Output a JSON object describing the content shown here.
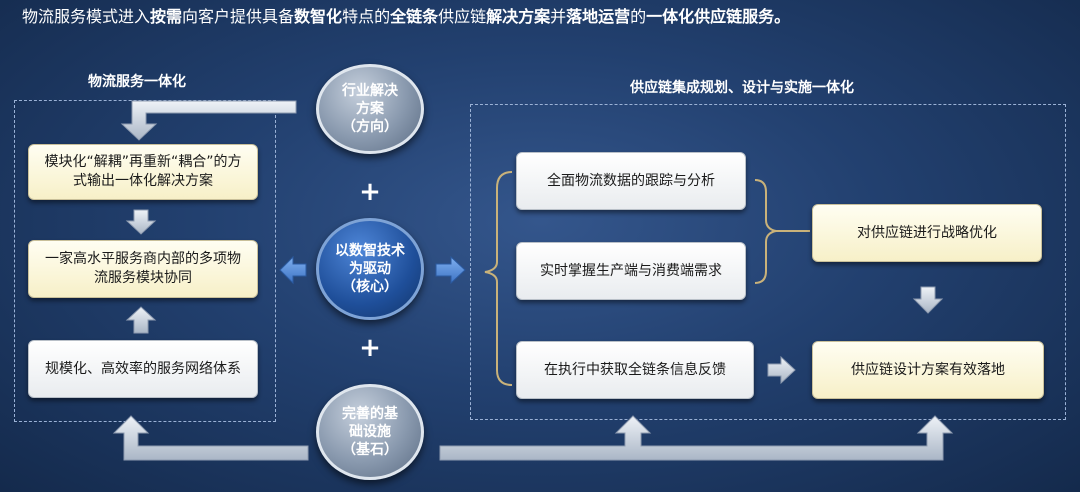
{
  "headline": {
    "p1": "物流服务模式进入",
    "b1": "按需",
    "p2": "向客户提供具备",
    "b2": "数智化",
    "p3": "特点的",
    "b3": "全链条",
    "p4": "供应链",
    "b4": "解决方案",
    "p5": "并",
    "b5": "落地运营",
    "p6": "的",
    "b6": "一体化供应链服务。"
  },
  "left_panel": {
    "title": "物流服务一体化",
    "box1": "模块化“解耦”再重新“耦合”的方式输出一体化解决方案",
    "box2": "一家高水平服务商内部的多项物流服务模块协同",
    "box3": "规模化、高效率的服务网络体系"
  },
  "center": {
    "top_circle": [
      "行业解决",
      "方案",
      "（方向）"
    ],
    "middle_circle": [
      "以数智技术",
      "为驱动",
      "（核心）"
    ],
    "bottom_circle": [
      "完善的基",
      "础设施",
      "（基石）"
    ],
    "plus": "+"
  },
  "right_panel": {
    "title": "供应链集成规划、设计与实施一体化",
    "box1": "全面物流数据的跟踪与分析",
    "box2": "实时掌握生产端与消费端需求",
    "box3": "在执行中获取全链条信息反馈",
    "box4": "对供应链进行战略优化",
    "box5": "供应链设计方案有效落地"
  }
}
